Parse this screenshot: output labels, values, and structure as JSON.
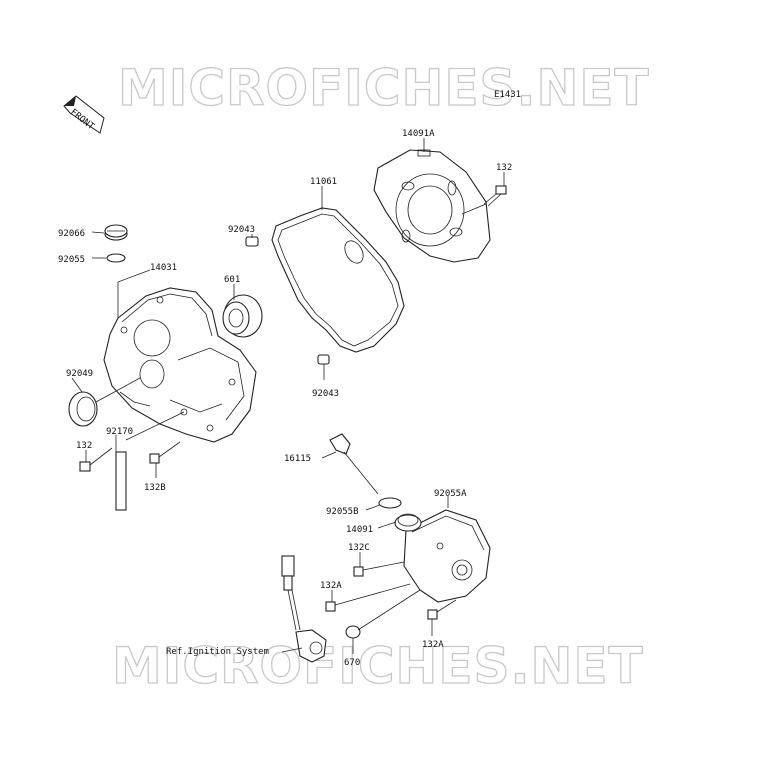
{
  "watermark": {
    "text": "MICROFICHES.NET"
  },
  "diagram_code": "E1431",
  "front_arrow": {
    "text": "FRONT",
    "icon": "front-arrow-icon"
  },
  "parts": {
    "p92066": "92066",
    "p92055": "92055",
    "p14031": "14031",
    "p601": "601",
    "p92043_top": "92043",
    "p11061": "11061",
    "p14091A": "14091A",
    "p132_top": "132",
    "p92043_bottom": "92043",
    "p92049": "92049",
    "p132_left": "132",
    "p92170": "92170",
    "p132B": "132B",
    "p16115": "16115",
    "p92055B": "92055B",
    "p92055A": "92055A",
    "p14091": "14091",
    "p132C": "132C",
    "p132A_left": "132A",
    "p132A_right": "132A",
    "p670": "670"
  },
  "reference": {
    "text": "Ref.Ignition System"
  }
}
